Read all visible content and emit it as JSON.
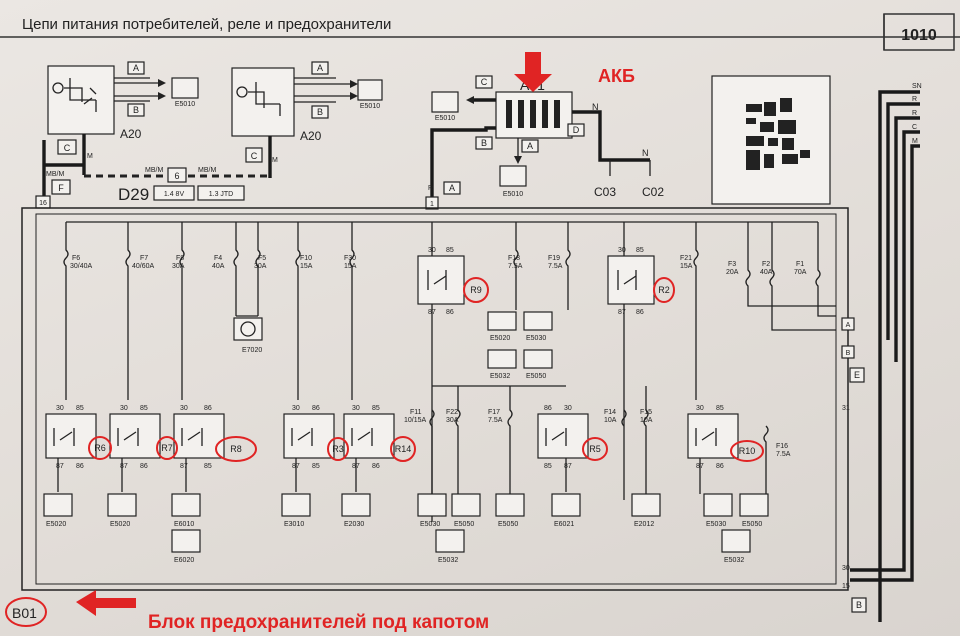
{
  "header": {
    "title": "Цепи питания потребителей, реле и предохранители",
    "page_number": "1010"
  },
  "annotations": {
    "battery": "АКБ",
    "fusebox": "Блок предохранителей под капотом"
  },
  "relay_labels": {
    "r9": "R9",
    "r2": "R2",
    "r6": "R6",
    "r7": "R7",
    "r8": "R8",
    "r3": "R3",
    "r14": "R14",
    "r5": "R5",
    "r10": "R10"
  },
  "diagram": {
    "a20_left": {
      "name": "A20",
      "conn_a": "A",
      "conn_b": "B",
      "conn_c": "C",
      "pin_m": "M",
      "terminal": "E5010"
    },
    "a20_right": {
      "name": "A20",
      "conn_a": "A",
      "conn_b": "B",
      "conn_c": "C",
      "pin_m": "M",
      "terminal": "E5010"
    },
    "conn_f": "F",
    "conn_6": "6",
    "conn_16": "16",
    "wire_mb_1": "MB/M",
    "wire_mb_2": "MB/M",
    "wire_mb_3": "MB/M",
    "d29": {
      "name": "D29",
      "engine_1": "1.4 8V",
      "engine_2": "1.3 JTD"
    },
    "a01": {
      "name": "A01",
      "conn_a": "A",
      "conn_b": "B",
      "conn_c": "C",
      "conn_d": "D",
      "conn_a_lower": "A",
      "conn_1": "1",
      "wire_r": "R",
      "wire_n_1": "N",
      "wire_n_2": "N",
      "ground_1": "C03",
      "ground_2": "C02",
      "e5010_top": "E5010",
      "e5010_bottom": "E5010"
    },
    "bus": {
      "sn": "SN",
      "r1": "R",
      "r2": "R",
      "c": "C",
      "m": "M"
    },
    "fuses": {
      "f6": {
        "name": "F6",
        "rating": "30/40A"
      },
      "f7": {
        "name": "F7",
        "rating": "40/60A"
      },
      "f8": {
        "name": "F8",
        "rating": "30A"
      },
      "f4": {
        "name": "F4",
        "rating": "40A"
      },
      "f5": {
        "name": "F5",
        "rating": "30A"
      },
      "f10": {
        "name": "F10",
        "rating": "15A"
      },
      "f30": {
        "name": "F30",
        "rating": "15A"
      },
      "f18": {
        "name": "F18",
        "rating": "7.5A"
      },
      "f19": {
        "name": "F19",
        "rating": "7.5A"
      },
      "f21": {
        "name": "F21",
        "rating": "15A"
      },
      "f3": {
        "name": "F3",
        "rating": "20A"
      },
      "f2": {
        "name": "F2",
        "rating": "40A"
      },
      "f1": {
        "name": "F1",
        "rating": "70A"
      },
      "f11": {
        "name": "F11",
        "rating": "10/15A"
      },
      "f22": {
        "name": "F22",
        "rating": "30A"
      },
      "f17": {
        "name": "F17",
        "rating": "7.5A"
      },
      "f14": {
        "name": "F14",
        "rating": "10A"
      },
      "f15": {
        "name": "F15",
        "rating": "10A"
      },
      "f16": {
        "name": "F16",
        "rating": "7.5A"
      }
    },
    "relays": {
      "pin30": "30",
      "pin85": "85",
      "pin86": "86",
      "pin87": "87"
    },
    "e7020": "E7020",
    "e5020_mid": "E5020",
    "e5030_mid": "E5030",
    "e5032_mid": "E5032",
    "e5050_mid": "E5050",
    "bottom": {
      "e5020_a": "E5020",
      "e5020_b": "E5020",
      "e6010": "E6010",
      "e6020": "E6020",
      "e3010": "E3010",
      "e2030": "E2030",
      "e5030_a": "E5030",
      "e5050_a": "E5050",
      "e5032_a": "E5032",
      "e5050_b": "E5050",
      "e6021": "E6021",
      "e2012": "E2012",
      "e5030_b": "E5030",
      "e5050_c": "E5050",
      "e5032_b": "E5032"
    },
    "right": {
      "a": "A",
      "b": "B",
      "e": "E",
      "pin31": "31",
      "pin30": "30",
      "pin15": "15",
      "b2": "B"
    },
    "b01": "B01"
  }
}
